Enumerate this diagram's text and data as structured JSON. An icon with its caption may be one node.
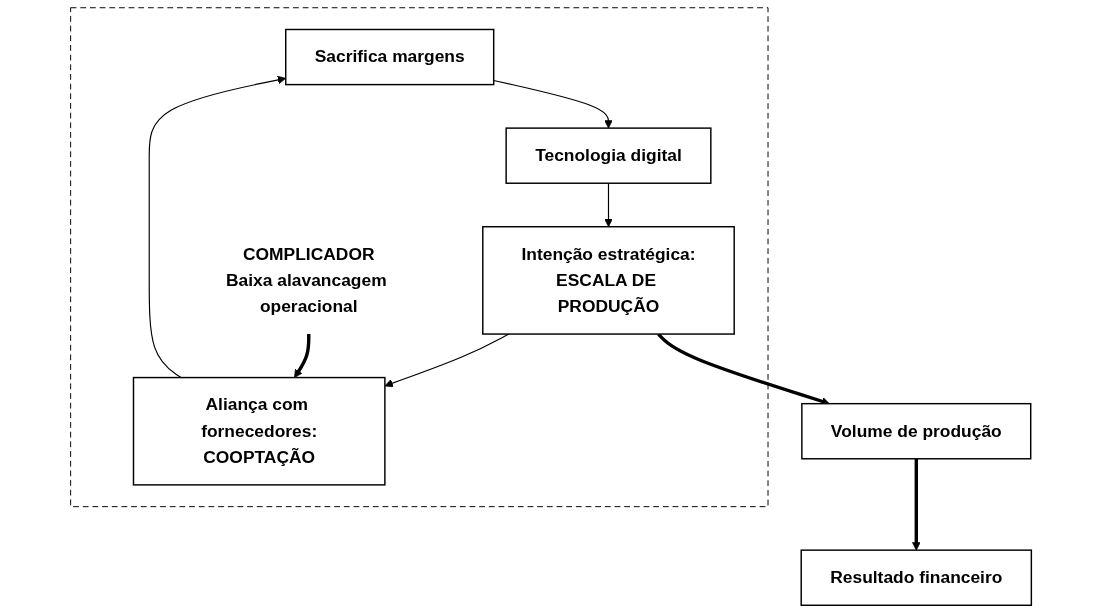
{
  "diagram": {
    "nodes": [
      {
        "text": [],
        "shape": "box"
      },
      {
        "text": [
          "Sacrifica margens"
        ],
        "in": 0
      },
      {
        "text": [
          "Tecnologia digital"
        ],
        "in": 0
      },
      {
        "text": [
          "Intenção estratégica:",
          "ESCALA DE PRODUÇÃO"
        ],
        "in": 0
      },
      {
        "text": [
          "Aliança com fornecedores:",
          "COOPTAÇÃO"
        ],
        "in": 0
      },
      {
        "text": [
          "COMPLICADOR",
          "Baixa alavancagem operacional"
        ],
        "in": 0
      },
      {
        "text": [
          "Volume de produção"
        ]
      },
      {
        "text": [
          "Resultado financeiro"
        ]
      }
    ],
    "edges": [
      {
        "from": 4,
        "to": 1,
        "arrow": "to"
      },
      {
        "from": 1,
        "to": 2,
        "arrow": "to"
      },
      {
        "from": 2,
        "to": 3,
        "arrow": "to"
      },
      {
        "from": 3,
        "to": 4,
        "arrow": "to"
      },
      {
        "from": 5,
        "to": 4,
        "arrow": "to",
        "style": "thick"
      },
      {
        "from": 3,
        "to": 6,
        "arrow": "to",
        "style": "thick"
      },
      {
        "from": 6,
        "to": 7,
        "arrow": "to",
        "style": "thick"
      }
    ]
  }
}
